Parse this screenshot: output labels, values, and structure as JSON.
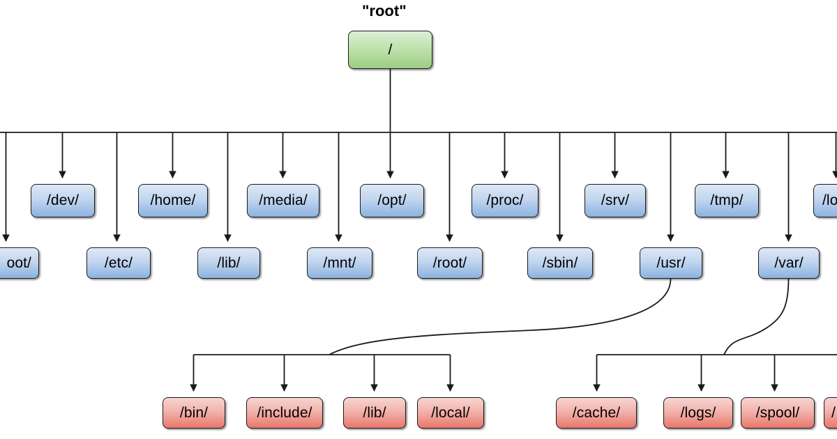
{
  "diagram": {
    "title_caption": "\"root\"",
    "type": "filesystem-hierarchy-tree",
    "colors": {
      "root_fill_light": "#dcefd6",
      "root_fill_dark": "#9ccd83",
      "level1_fill_light": "#dde8f7",
      "level1_fill_dark": "#8cb2e0",
      "level2_fill_light": "#f7d4d1",
      "level2_fill_dark": "#e8766b",
      "edge_stroke": "#1a1a1a",
      "background": "#ffffff"
    },
    "root": {
      "label": "/"
    },
    "level1_upper": [
      {
        "label": "/dev/"
      },
      {
        "label": "/home/"
      },
      {
        "label": "/media/"
      },
      {
        "label": "/opt/"
      },
      {
        "label": "/proc/"
      },
      {
        "label": "/srv/"
      },
      {
        "label": "/tmp/"
      },
      {
        "label": "/lo"
      }
    ],
    "level1_lower": [
      {
        "label": "oot/"
      },
      {
        "label": "/etc/"
      },
      {
        "label": "/lib/"
      },
      {
        "label": "/mnt/"
      },
      {
        "label": "/root/"
      },
      {
        "label": "/sbin/"
      },
      {
        "label": "/usr/"
      },
      {
        "label": "/var/"
      }
    ],
    "usr_children": [
      {
        "label": "/bin/"
      },
      {
        "label": "/include/"
      },
      {
        "label": "/lib/"
      },
      {
        "label": "/local/"
      }
    ],
    "var_children": [
      {
        "label": "/cache/"
      },
      {
        "label": "/logs/"
      },
      {
        "label": "/spool/"
      },
      {
        "label": "/"
      }
    ]
  }
}
